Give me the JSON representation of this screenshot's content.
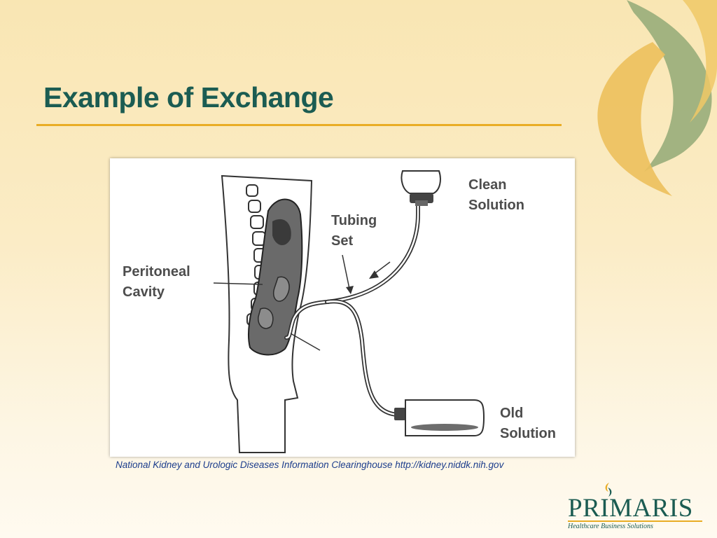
{
  "slide": {
    "title": "Example of Exchange",
    "caption": "National Kidney and Urologic Diseases Information Clearinghouse http://kidney.niddk.nih.gov"
  },
  "diagram": {
    "labels": {
      "peritoneal_cavity": [
        "Peritoneal",
        "Cavity"
      ],
      "tubing_set": [
        "Tubing",
        "Set"
      ],
      "clean_solution": [
        "Clean",
        "Solution"
      ],
      "old_solution": [
        "Old",
        "Solution"
      ]
    }
  },
  "logo": {
    "name": "PRIMARIS",
    "tagline": "Healthcare Business Solutions"
  },
  "colors": {
    "title": "#1b5c52",
    "accent_rule": "#e9ad25",
    "caption": "#1c3d8c",
    "swoosh_green": "#98ad7a",
    "swoosh_gold": "#ecc05c"
  }
}
